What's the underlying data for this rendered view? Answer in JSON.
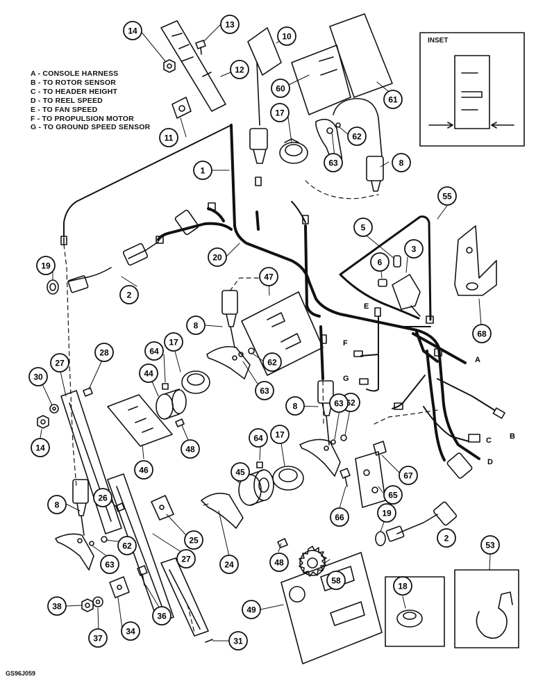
{
  "legend": {
    "items": [
      "A - CONSOLE HARNESS",
      "B - TO ROTOR SENSOR",
      "C - TO HEADER HEIGHT",
      "D - TO REEL SPEED",
      "E - TO FAN SPEED",
      "F - TO PROPULSION MOTOR",
      "G - TO GROUND SPEED SENSOR"
    ]
  },
  "inset": {
    "title": "INSET"
  },
  "figure_id": "GS96J059",
  "callouts": [
    "1",
    "2",
    "2",
    "3",
    "5",
    "6",
    "8",
    "8",
    "8",
    "8",
    "10",
    "11",
    "12",
    "13",
    "14",
    "14",
    "17",
    "17",
    "17",
    "18",
    "19",
    "19",
    "20",
    "24",
    "25",
    "26",
    "27",
    "27",
    "28",
    "30",
    "31",
    "34",
    "36",
    "37",
    "38",
    "44",
    "45",
    "46",
    "47",
    "48",
    "48",
    "49",
    "53",
    "55",
    "58",
    "60",
    "61",
    "62",
    "62",
    "62",
    "62",
    "63",
    "63",
    "63",
    "63",
    "64",
    "64",
    "65",
    "66",
    "67",
    "68"
  ],
  "connector_letters": [
    "A",
    "B",
    "C",
    "D",
    "E",
    "F",
    "G"
  ]
}
